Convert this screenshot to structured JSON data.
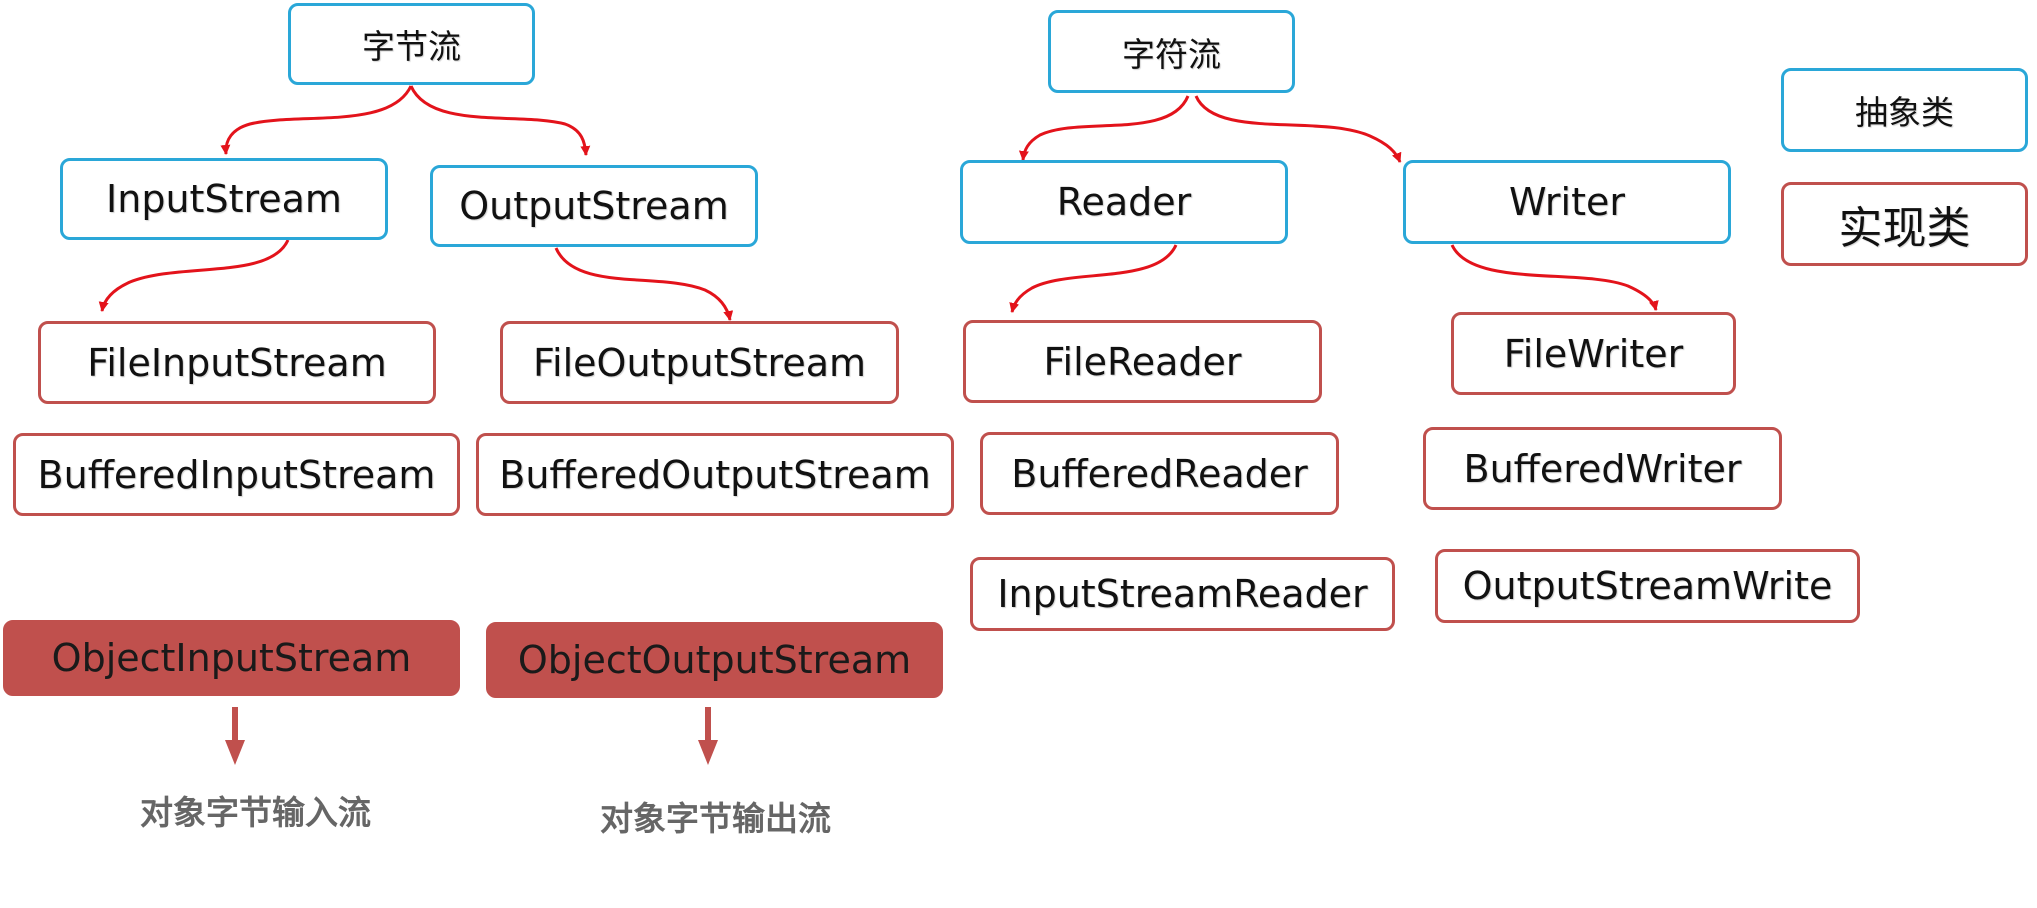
{
  "colors": {
    "abstract_border": "#2aa7d8",
    "concrete_border": "#c0504d",
    "arrow": "#e3131b",
    "object_fill": "#c0504d",
    "down_arrow": "#c0504d",
    "caption_text": "#666666"
  },
  "byte_stream": {
    "root": "字节流",
    "input": "InputStream",
    "output": "OutputStream",
    "file_input": "FileInputStream",
    "buffered_input": "BufferedInputStream",
    "file_output": "FileOutputStream",
    "buffered_output": "BufferedOutputStream",
    "object_input": "ObjectInputStream",
    "object_output": "ObjectOutputStream",
    "object_input_caption": "对象字节输入流",
    "object_output_caption": "对象字节输出流"
  },
  "char_stream": {
    "root": "字符流",
    "reader": "Reader",
    "writer": "Writer",
    "file_reader": "FileReader",
    "buffered_reader": "BufferedReader",
    "input_stream_reader": "InputStreamReader",
    "file_writer": "FileWriter",
    "buffered_writer": "BufferedWriter",
    "output_stream_write": "OutputStreamWrite"
  },
  "legend": {
    "abstract": "抽象类",
    "concrete": "实现类"
  }
}
